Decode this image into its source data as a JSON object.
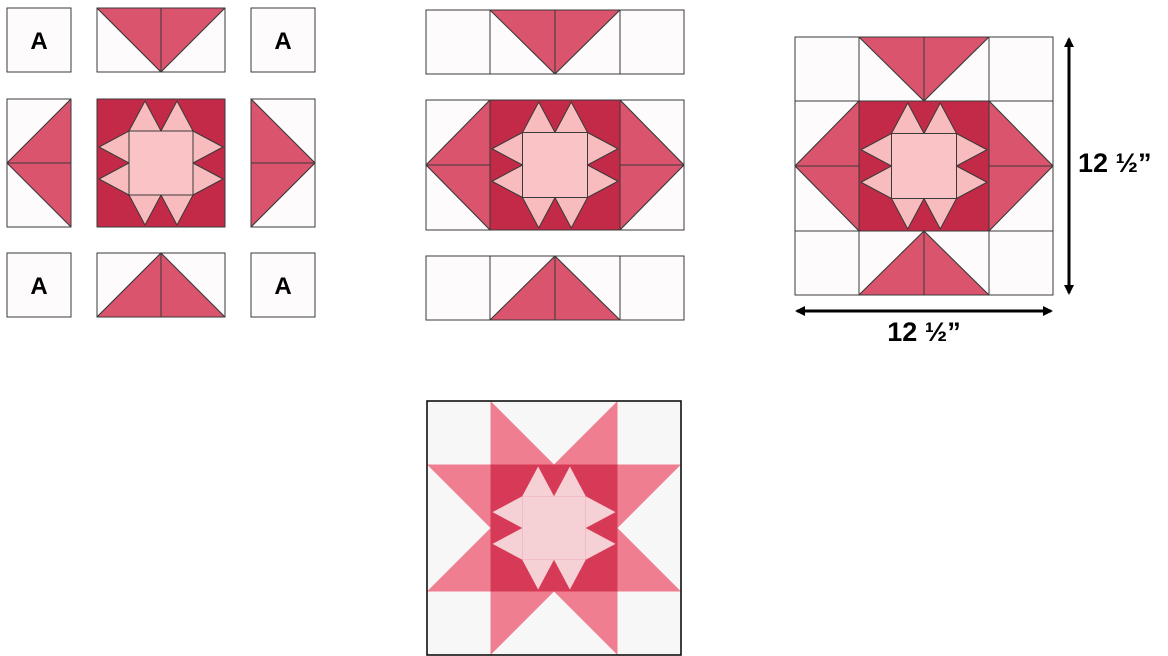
{
  "colors": {
    "background": "#ffffff",
    "outline": "#3a3a3a",
    "block_bg": "#fdfbfb",
    "medium_pink": "#d9546c",
    "dark_red": "#c22a48",
    "light_pink": "#f8bcbf",
    "center_pink": "#fac3c5",
    "photo_outer": "#ef7f90",
    "photo_dark": "#d73a57",
    "photo_center": "#f5d0d5",
    "photo_bg": "#f7f7f7",
    "arrow": "#000000"
  },
  "diagram": {
    "corner_label": "A",
    "corner_labels": [
      "A",
      "A",
      "A",
      "A"
    ],
    "width_label": "12 ½”",
    "height_label": "12 ½”"
  }
}
